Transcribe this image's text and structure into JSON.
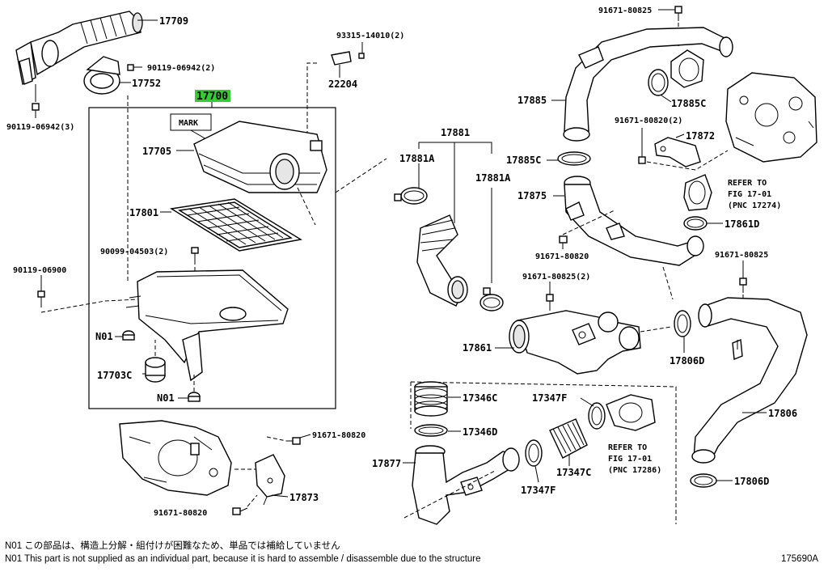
{
  "diagram": {
    "parts": {
      "p17709": "17709",
      "p90119_06942_2": "90119-06942(2)",
      "p17752": "17752",
      "p90119_06942_3": "90119-06942(3)",
      "p93315_14010": "93315-14010(2)",
      "p22204": "22204",
      "p17700": "17700",
      "mark": "MARK",
      "p17705": "17705",
      "p17801": "17801",
      "p90099_04503": "90099-04503(2)",
      "p90119_06900": "90119-06900",
      "n01_a": "N01",
      "p17703c": "17703C",
      "n01_b": "N01",
      "p91671_80825_top": "91671-80825",
      "p17885": "17885",
      "p17885c_a": "17885C",
      "p17881": "17881",
      "p17881a_l": "17881A",
      "p17881a_r": "17881A",
      "p91671_80820_a": "91671-80820(2)",
      "p17872": "17872",
      "p17885c_b": "17885C",
      "p17875": "17875",
      "p17861d": "17861D",
      "p91671_80820_b": "91671-80820",
      "p91671_80825_r": "91671-80825",
      "p91671_80825_2": "91671-80825(2)",
      "p17861": "17861",
      "p17806d_a": "17806D",
      "p17346c": "17346C",
      "p17347f_a": "17347F",
      "p17346d": "17346D",
      "p17806": "17806",
      "p17877": "17877",
      "p17347c": "17347C",
      "p17347f_b": "17347F",
      "p17806d_b": "17806D",
      "p91671_80820_c": "91671-80820",
      "p17873": "17873",
      "p91671_80820_d": "91671-80820"
    },
    "refs": {
      "ref1_l1": "REFER TO",
      "ref1_l2": "FIG 17-01",
      "ref1_l3": "(PNC 17274)",
      "ref2_l1": "REFER TO",
      "ref2_l2": "FIG 17-01",
      "ref2_l3": "(PNC 17286)"
    },
    "notes": {
      "jp": "N01  この部品は、構造上分解・組付けが困難なため、単品では補給していません",
      "en": "N01  This part is not supplied as an individual part, because it is hard to assemble / disassemble due to the structure"
    },
    "figure_id": "175690A",
    "highlight_color": "#33cc33"
  }
}
